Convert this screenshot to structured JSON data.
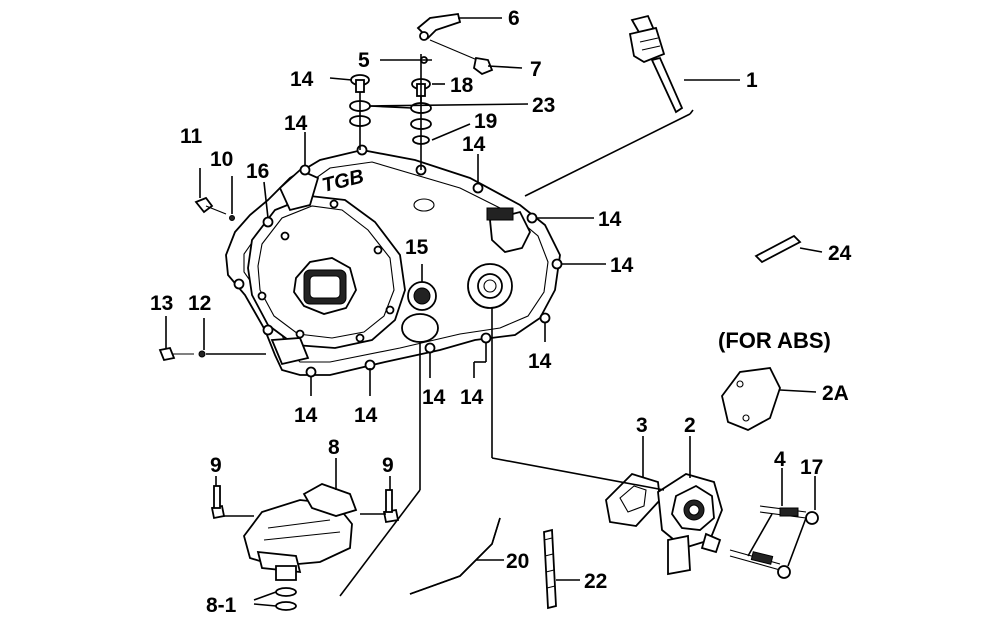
{
  "callouts": {
    "c1": "1",
    "c2": "2",
    "c2a": "2A",
    "c3": "3",
    "c4": "4",
    "c5": "5",
    "c6": "6",
    "c7": "7",
    "c8": "8",
    "c8_1": "8-1",
    "c9": "9",
    "c10": "10",
    "c11": "11",
    "c12": "12",
    "c13": "13",
    "c14": "14",
    "c15": "15",
    "c16": "16",
    "c17": "17",
    "c18": "18",
    "c19": "19",
    "c20": "20",
    "c22": "22",
    "c23": "23",
    "c24": "24"
  },
  "note": "(FOR ABS)",
  "logo_text": "TGB"
}
